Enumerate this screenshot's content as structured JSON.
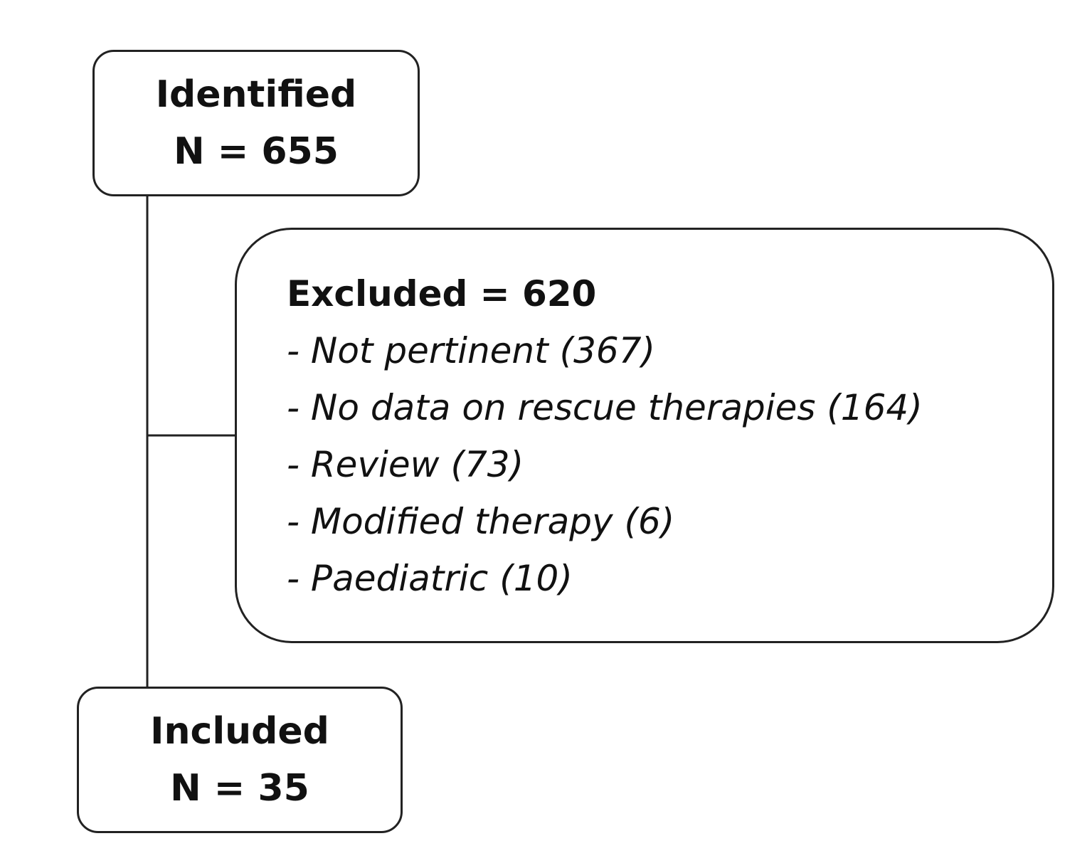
{
  "identified": {
    "label": "Identified",
    "count_text": "N = 655"
  },
  "excluded": {
    "title": "Excluded = 620",
    "reasons": [
      "- Not pertinent (367)",
      "- No data on rescue therapies (164)",
      "- Review (73)",
      "- Modified therapy (6)",
      "- Paediatric (10)"
    ]
  },
  "included": {
    "label": "Included",
    "count_text": "N = 35"
  }
}
